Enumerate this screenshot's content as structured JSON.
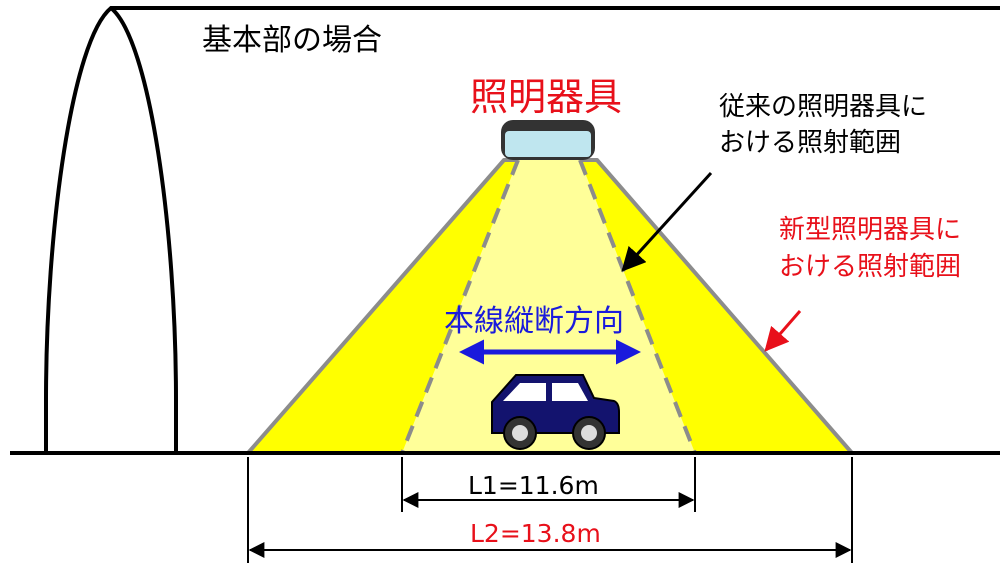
{
  "scene_title": "基本部の場合",
  "fixture_label": "照明器具",
  "conventional_range_label": [
    "従来の照明器具に",
    "おける照射範囲"
  ],
  "new_range_label": [
    "新型照明器具に",
    "おける照射範囲"
  ],
  "direction_label": "本線縦断方向",
  "dimension_l1": "L1=11.6m",
  "dimension_l2": "L2=13.8m",
  "colors": {
    "accent_red": "#e8101a",
    "accent_blue": "#1a1adc",
    "new_beam_fill": "#ffff00",
    "conventional_beam_fill": "#ffff99",
    "beam_edge": "#8c8c8c",
    "fixture_body": "#333333",
    "fixture_lens": "#bfe6ef",
    "car_body": "#13136e"
  },
  "icons": {
    "luminaire": "luminaire-icon",
    "vehicle": "car-icon"
  }
}
